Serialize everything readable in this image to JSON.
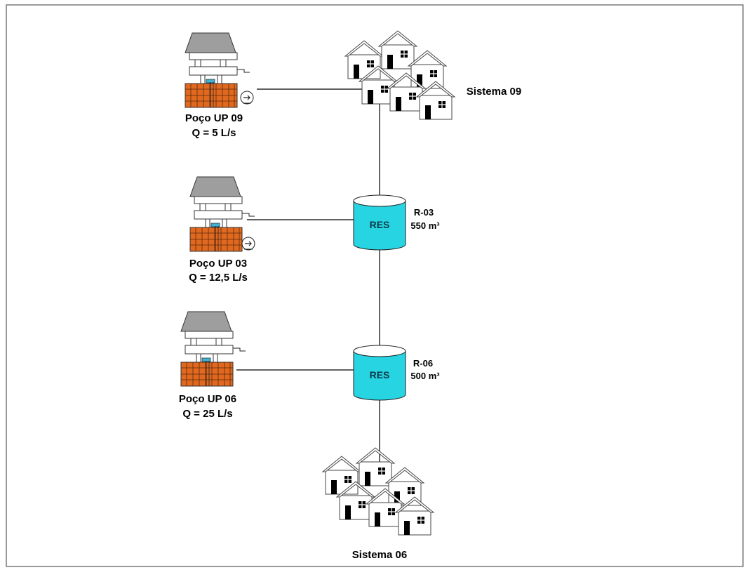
{
  "wells": [
    {
      "name": "Poço UP 09",
      "flow": "Q = 5 L/s"
    },
    {
      "name": "Poço UP 03",
      "flow": "Q = 12,5 L/s"
    },
    {
      "name": "Poço UP 06",
      "flow": "Q = 25 L/s"
    }
  ],
  "reservoirs": [
    {
      "tag": "RES",
      "id": "R-03",
      "volume": "550 m³"
    },
    {
      "tag": "RES",
      "id": "R-06",
      "volume": "500 m³"
    }
  ],
  "systems": [
    {
      "name": "Sistema 09"
    },
    {
      "name": "Sistema 06"
    }
  ],
  "colors": {
    "well_brick": "#e0691f",
    "well_roof": "#9e9e9e",
    "reservoir_fill": "#27d4e2",
    "pipe": "#000000"
  },
  "icons": [
    "well-icon",
    "pump-icon",
    "reservoir-icon",
    "house-cluster-icon"
  ]
}
